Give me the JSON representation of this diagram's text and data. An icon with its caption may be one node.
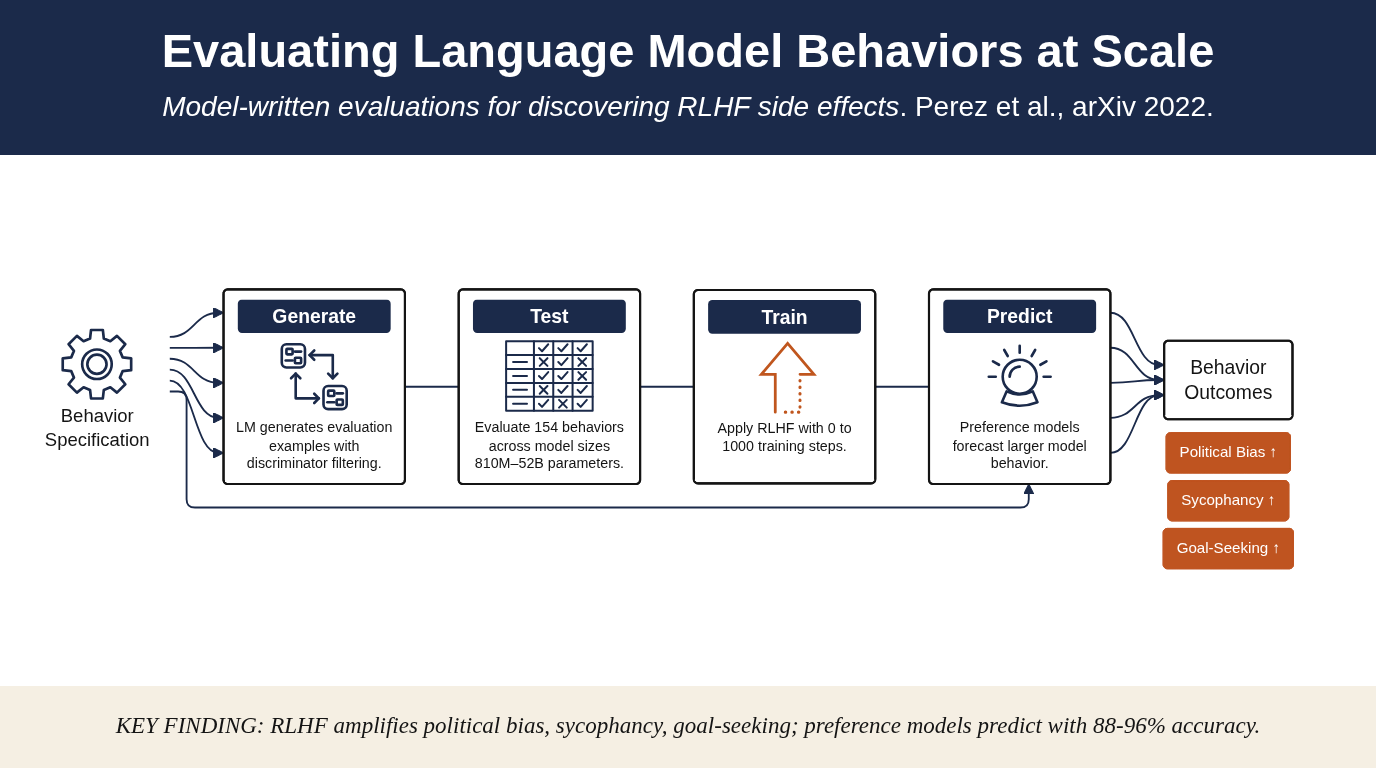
{
  "diagram": {
    "title": "Evaluating Language Model Behaviors at Scale",
    "caption": "KEY FINDING: RLHF amplifies political bias, sycophancy, goal-seeking; preference models predict with 88-96% accuracy.",
    "nodes": [
      {
        "text": [
          "Behavior Specification"
        ]
      },
      {
        "text": [
          "Generate",
          "LM generates evaluation examples with discriminator filtering."
        ]
      },
      {
        "text": [
          "Test",
          "Evaluate 154 behaviors across model sizes 810M–52B parameters."
        ]
      },
      {
        "text": [
          "Train",
          "Apply RLHF with 0 to 1000 training steps."
        ]
      },
      {
        "text": [
          "Predict",
          "Preference models forecast larger model behavior."
        ]
      },
      {
        "text": [
          "Behavior Outcomes"
        ]
      },
      {
        "text": [
          "Political Bias ↑"
        ]
      },
      {
        "text": [
          "Sycophancy ↑"
        ]
      },
      {
        "text": [
          "Goal-Seeking ↑"
        ]
      }
    ],
    "edges": [
      {
        "from": 0,
        "to": 1,
        "arrow": "to"
      },
      {
        "from": 0,
        "to": 1,
        "arrow": "to"
      },
      {
        "from": 0,
        "to": 1,
        "arrow": "to"
      },
      {
        "from": 0,
        "to": 1,
        "arrow": "to"
      },
      {
        "from": 0,
        "to": 1,
        "arrow": "to"
      },
      {
        "from": 0,
        "to": 4,
        "arrow": "to"
      },
      {
        "from": 1,
        "to": 2,
        "arrow": "none"
      },
      {
        "from": 2,
        "to": 3,
        "arrow": "none"
      },
      {
        "from": 3,
        "to": 4,
        "arrow": "none"
      },
      {
        "from": 4,
        "to": 5,
        "arrow": "to"
      },
      {
        "from": 4,
        "to": 5,
        "arrow": "to"
      },
      {
        "from": 4,
        "to": 5,
        "arrow": "to"
      },
      {
        "from": 4,
        "to": 5,
        "arrow": "to"
      },
      {
        "from": 4,
        "to": 5,
        "arrow": "to"
      }
    ],
    "labels": [
      "*Model-written evaluations for discovering RLHF side effects*. Perez et al., arXiv 2022."
    ]
  }
}
